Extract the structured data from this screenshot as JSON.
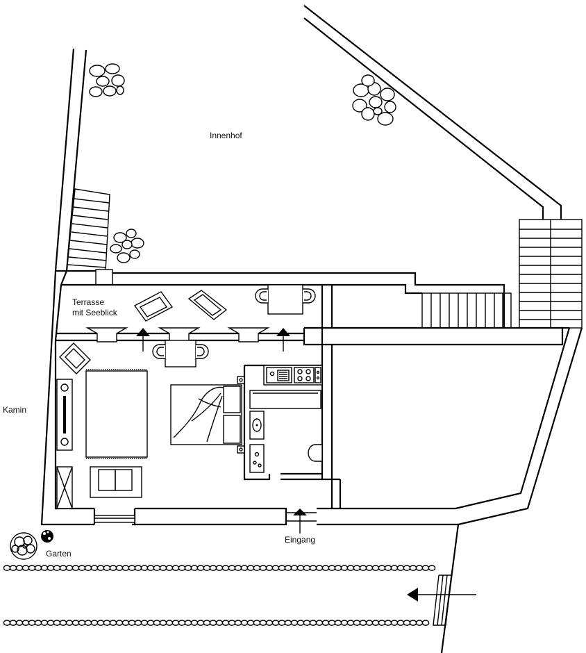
{
  "labels": {
    "innenhof": "Innenhof",
    "terrasse_line1": "Terrasse",
    "terrasse_line2": "mit Seeblick",
    "kamin": "Kamin",
    "eingang": "Eingang",
    "garten": "Garten"
  },
  "icons": {
    "entry_arrows": "arrow-up-icon",
    "path_arrow": "arrow-left-icon"
  }
}
